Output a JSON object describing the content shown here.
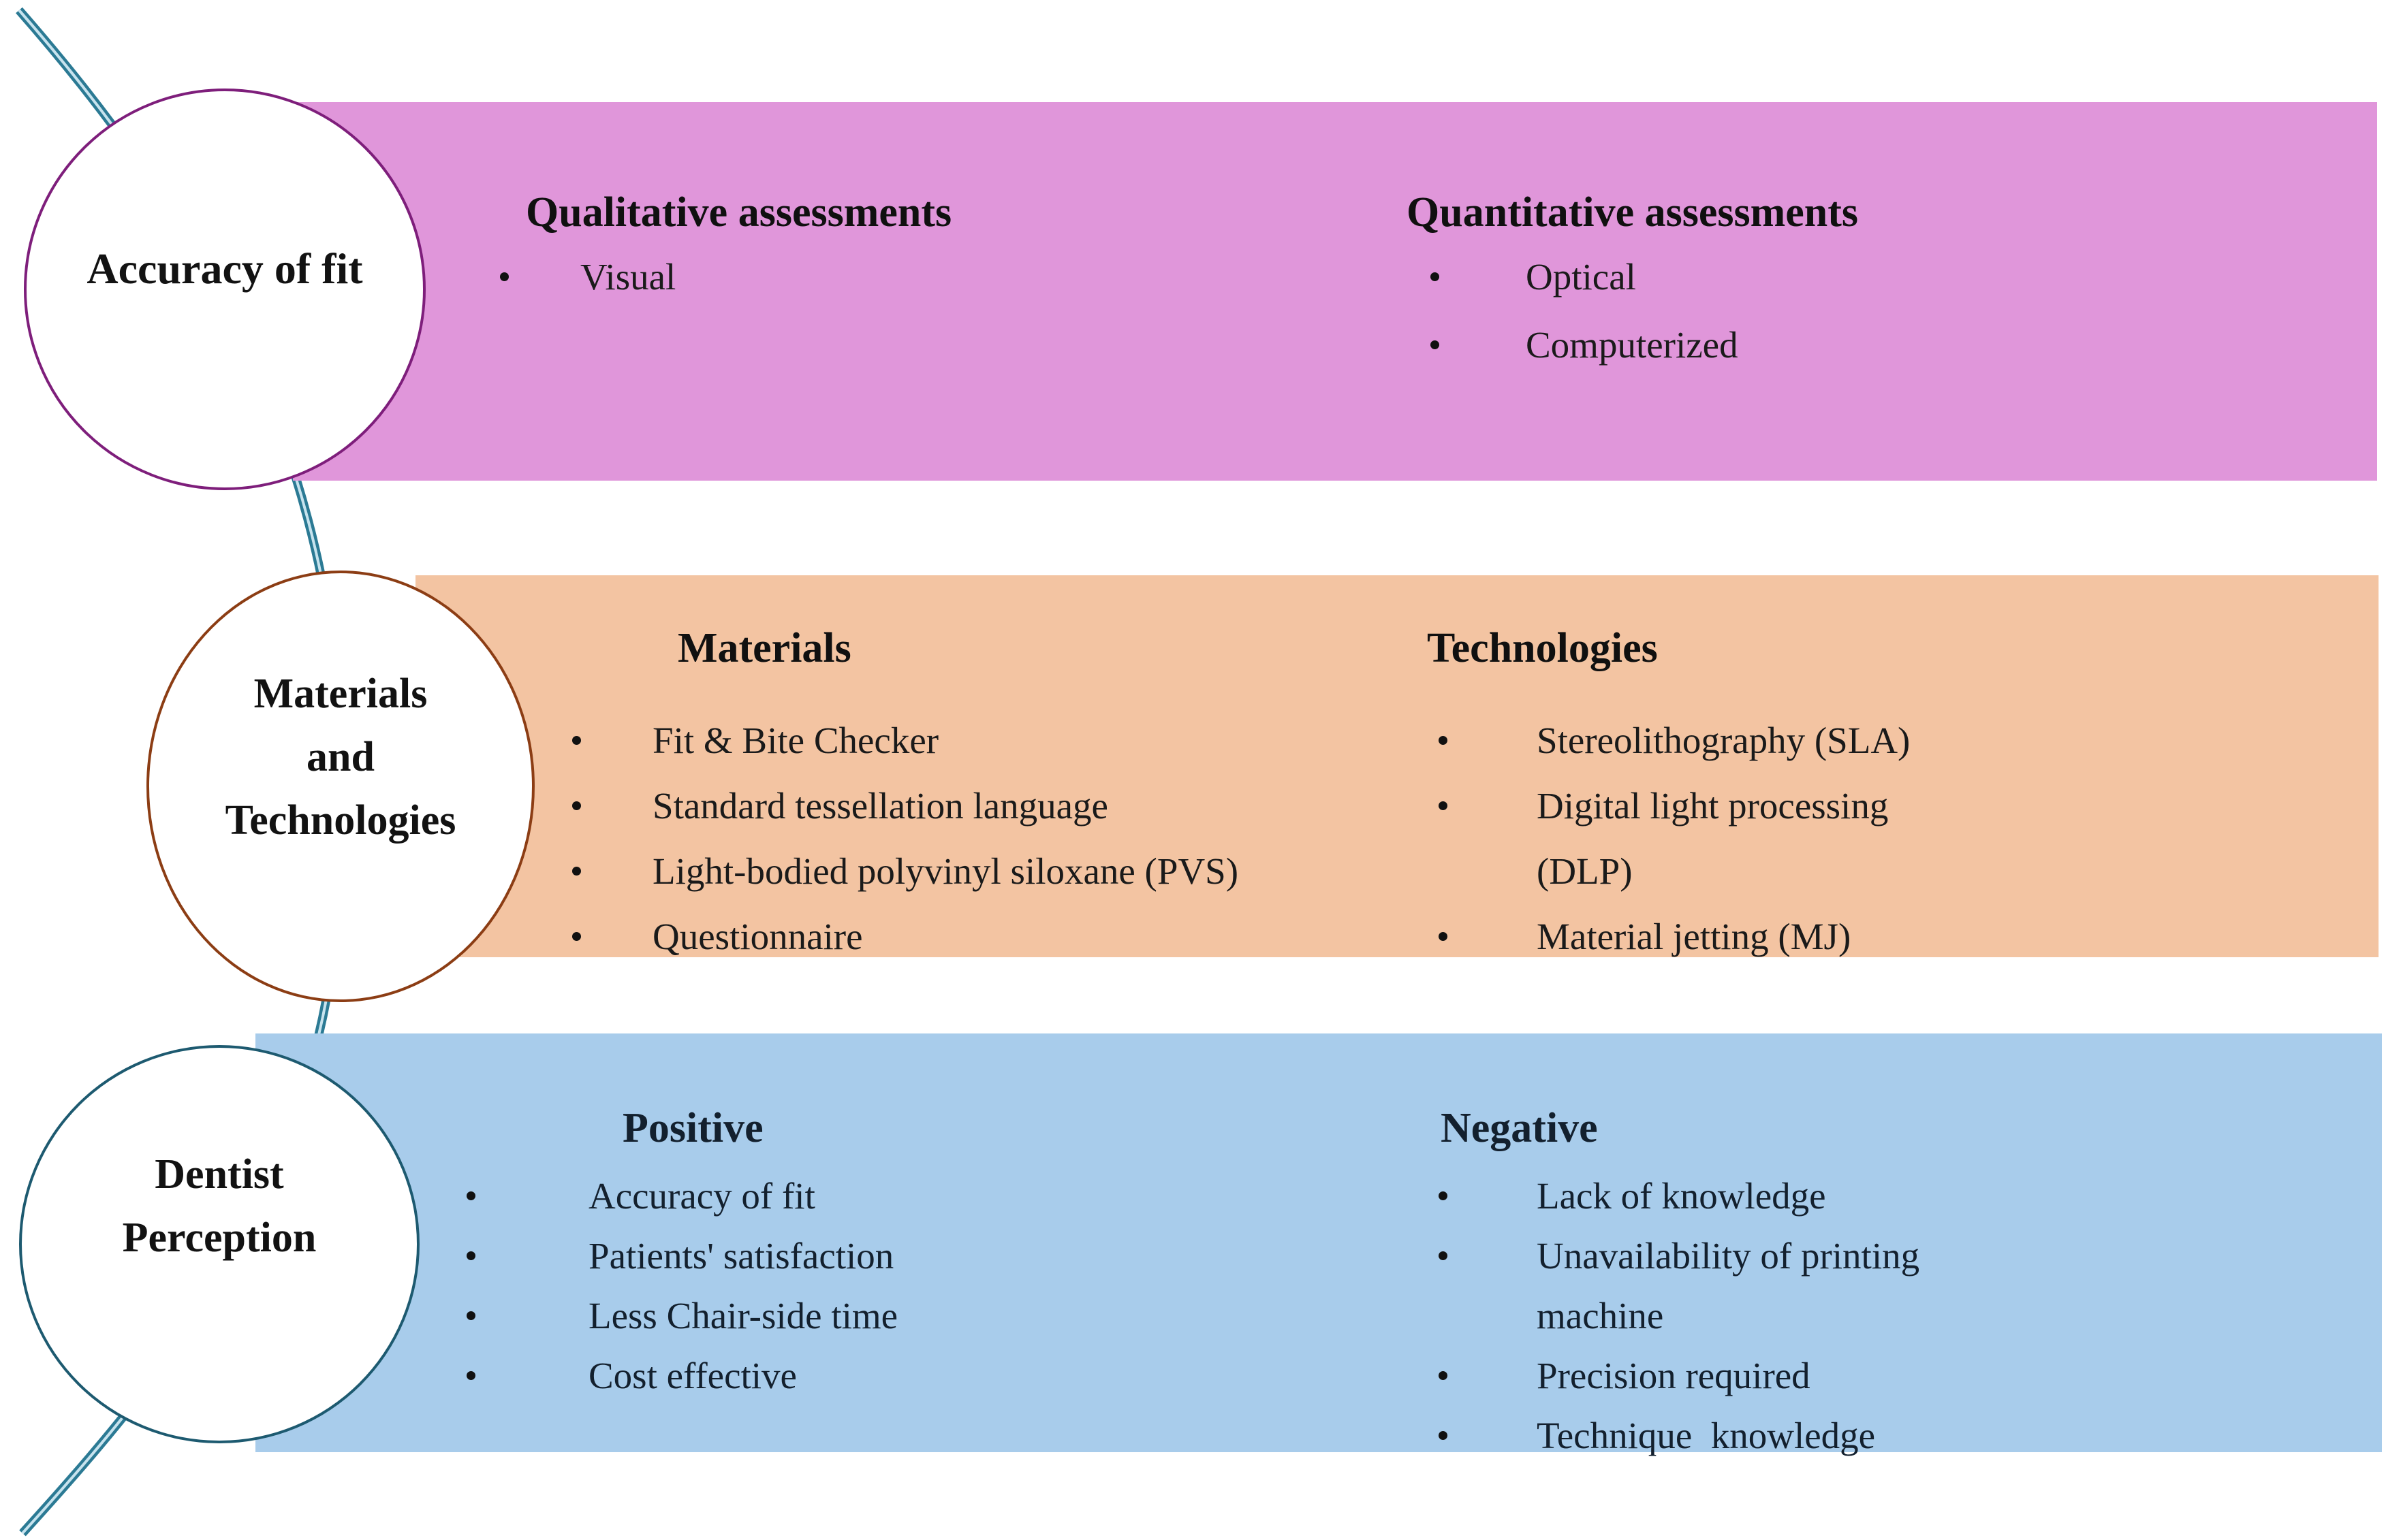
{
  "figure": {
    "title_colors": {
      "pink_band": "#E096DA",
      "orange_band": "#F3C4A2",
      "blue_band": "#A8CCEB",
      "circle1_border": "#7E1E7B",
      "circle2_border": "#8C3D14",
      "circle3_border": "#1D5A70",
      "curve": "#2B7A94"
    },
    "bands": [
      {
        "name": "accuracy-of-fit",
        "circle": {
          "lines": [
            "Accuracy of fit"
          ]
        },
        "columns": [
          {
            "title": "Qualitative assessments",
            "items": [
              {
                "text": "Visual"
              }
            ]
          },
          {
            "title": "Quantitative assessments",
            "items": [
              {
                "text": "Optical"
              },
              {
                "text": "Computerized"
              }
            ]
          }
        ]
      },
      {
        "name": "materials-and-technologies",
        "circle": {
          "lines": [
            "Materials",
            "and",
            "Technologies"
          ]
        },
        "columns": [
          {
            "title": "Materials",
            "items": [
              {
                "text": "Fit & Bite Checker"
              },
              {
                "text": "Standard tessellation language"
              },
              {
                "text": "Light-bodied polyvinyl siloxane (PVS)"
              },
              {
                "text": "Questionnaire"
              }
            ]
          },
          {
            "title": "Technologies",
            "items": [
              {
                "text": "Stereolithography (SLA)"
              },
              {
                "text": "Digital light processing"
              },
              {
                "text": "(DLP)",
                "continuation": true
              },
              {
                "text": "Material jetting (MJ)"
              }
            ]
          }
        ]
      },
      {
        "name": "dentist-perception",
        "circle": {
          "lines": [
            "Dentist",
            "Perception"
          ]
        },
        "columns": [
          {
            "title": "Positive",
            "items": [
              {
                "text": "Accuracy of fit"
              },
              {
                "text": "Patients' satisfaction"
              },
              {
                "text": "Less Chair-side time"
              },
              {
                "text": "Cost effective"
              }
            ]
          },
          {
            "title": "Negative",
            "items": [
              {
                "text": "Lack of knowledge"
              },
              {
                "text": "Unavailability of printing"
              },
              {
                "text": "machine",
                "continuation": true
              },
              {
                "text": "Precision required"
              },
              {
                "text": "Technique  knowledge"
              }
            ]
          }
        ]
      }
    ]
  }
}
